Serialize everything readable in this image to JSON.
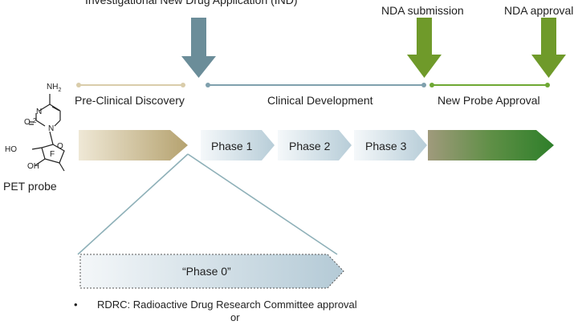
{
  "milestones": {
    "ind": "Investigational  New Drug Application (IND)",
    "nda_submission": "NDA submission",
    "nda_approval": "NDA approval"
  },
  "stages": {
    "preclinical": "Pre-Clinical Discovery",
    "clinical": "Clinical Development",
    "approval": "New Probe Approval"
  },
  "phases": {
    "p1": "Phase 1",
    "p2": "Phase 2",
    "p3": "Phase 3",
    "p0": "“Phase 0”"
  },
  "molecule": {
    "label": "PET probe",
    "atoms": {
      "nh2": "NH",
      "nh2_sub": "2",
      "n3": "N",
      "n1": "N",
      "o2": "O",
      "two": "2",
      "ho": "HO",
      "o_ring": "O",
      "f": "F",
      "oh": "OH"
    }
  },
  "notes": {
    "bullet": "•",
    "rdrc": "RDRC: Radioactive Drug Research Committee approval",
    "or": "or"
  },
  "colors": {
    "ind_arrow": "#6b8d99",
    "nda_arrow": "#6f9a2a",
    "preclinical_line": "#d9ccaa",
    "clinical_line": "#7fa0ad",
    "approval_line": "#6ea833",
    "approval_gradient_end": "#2e7f2a"
  }
}
